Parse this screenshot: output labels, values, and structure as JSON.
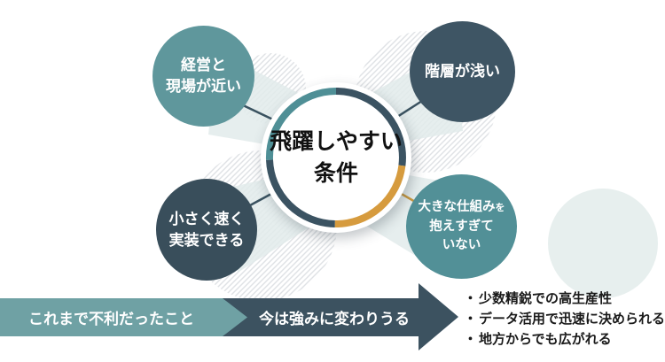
{
  "colors": {
    "background": "#FFFFFF",
    "ring_dark": "#3B5362",
    "ring_teal": "#4F8F96",
    "ring_gold": "#D69B3E",
    "connector_dark": "#3A5260",
    "connector_gold": "#C8983F",
    "beam": "#E2EBEB",
    "hatch_line": "#DFE2E5",
    "pale_circle": "#E7EFEE",
    "text_dark": "#1A1A1A",
    "text_light": "#FFFFFF"
  },
  "center": {
    "line1": "飛躍しやすい",
    "line2": "条件"
  },
  "nodes": [
    {
      "id": "top-left",
      "color": "#5F979C",
      "lines": [
        "経営と",
        "現場が近い"
      ]
    },
    {
      "id": "top-right",
      "color": "#3E5564",
      "lines": [
        "階層が浅い"
      ]
    },
    {
      "id": "bottom-left",
      "color": "#394E5B",
      "lines": [
        "小さく速く",
        "実装できる"
      ]
    },
    {
      "id": "bottom-right",
      "color": "#529097",
      "lines": [
        "大きな仕組み",
        "抱えすぎて",
        "いない"
      ],
      "line1_suffix_small": "を"
    }
  ],
  "band": {
    "left_label": "これまで不利だったこと",
    "left_color": "#6FA1A4",
    "right_label": "今は強みに変わりうる",
    "right_color": "#3C5260"
  },
  "bullets": {
    "marker": "・",
    "items": [
      "少数精鋭での高生産性",
      "データ活用で迅速に決められる",
      "地方からでも広がれる"
    ]
  }
}
